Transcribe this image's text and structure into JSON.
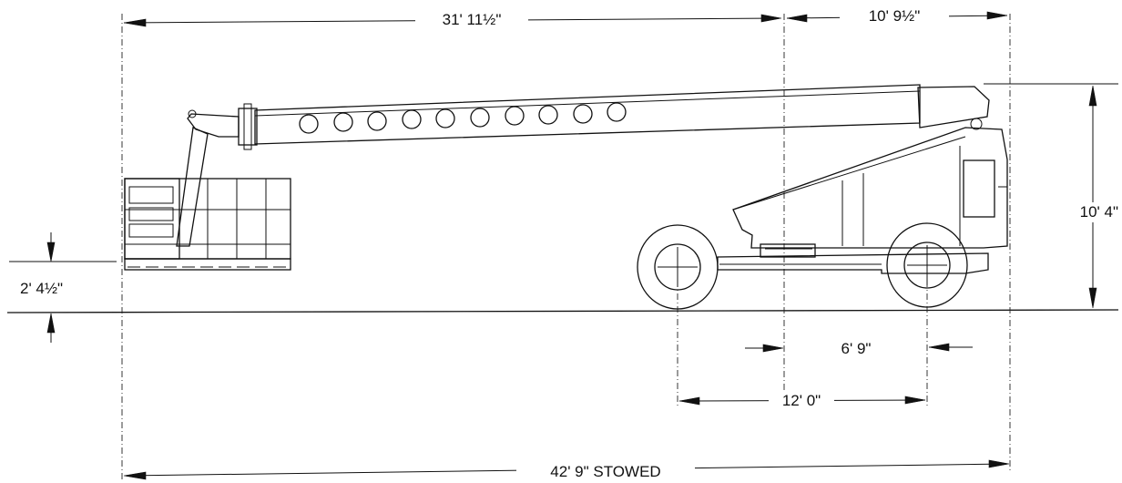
{
  "dimensions": {
    "boom_to_pivot": "31' 11½\"",
    "pivot_to_rear": "10' 9½\"",
    "stowed_height": "10' 4\"",
    "platform_height": "2' 4½\"",
    "turntable_offset": "6' 9\"",
    "wheelbase": "12' 0\"",
    "overall_length": "42' 9\"  STOWED"
  }
}
